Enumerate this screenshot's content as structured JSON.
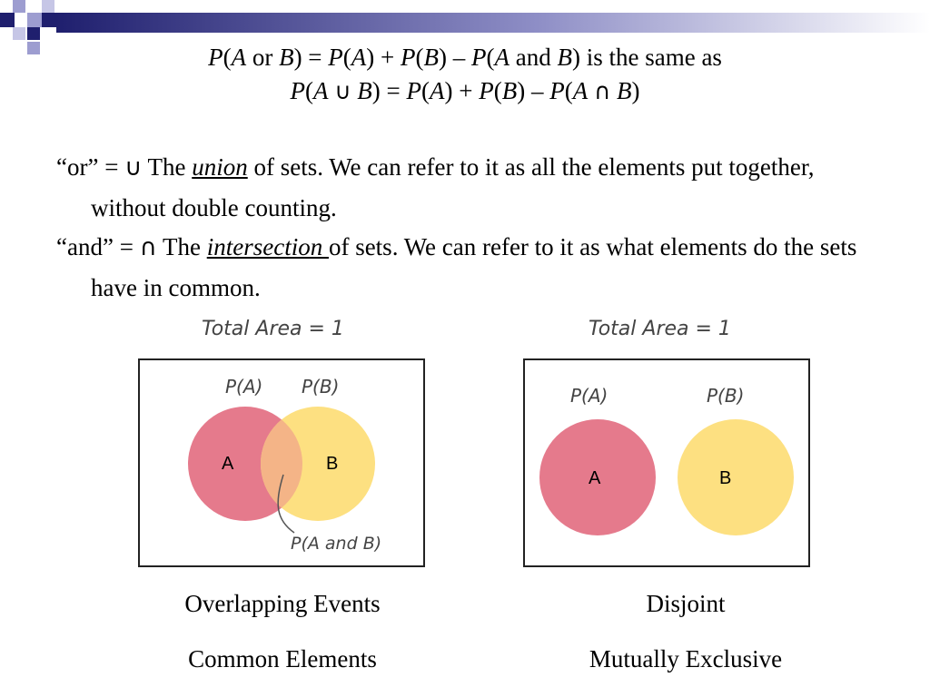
{
  "formula": {
    "line1": {
      "p1": "P",
      "a1": "A",
      "or": "or",
      "b1": "B",
      "eq": ") = ",
      "p2": "P",
      "a2": "A",
      "plus": ") + ",
      "p3": "P",
      "b2": "B",
      "minus": ") – ",
      "p4": "P",
      "a3": "A",
      "and": "and",
      "b3": "B",
      "tail": ") is the same as"
    },
    "line2": {
      "p1": "P",
      "a1": "A",
      "union": "∪",
      "b1": "B",
      "eq": ") = ",
      "p2": "P",
      "a2": "A",
      "plus": ") + ",
      "p3": "P",
      "b2": "B",
      "minus": ") – ",
      "p4": "P",
      "a3": "A",
      "inter": "∩",
      "b3": "B",
      "close": ")"
    }
  },
  "definitions": {
    "or": {
      "lead": "“or” = ",
      "symbol": "∪",
      "the": " The ",
      "term": "union",
      "rest": " of sets.  We can refer to it as all the elements put together, without double counting."
    },
    "and": {
      "lead": "“and” = ",
      "symbol": "∩",
      "the": " The ",
      "term": "intersection ",
      "rest": "of sets.  We can refer to it as what elements do the sets have in common."
    }
  },
  "diagrams": {
    "overlapping": {
      "total_area": "Total Area = 1",
      "label_pa": "P(A)",
      "label_pb": "P(B)",
      "circle_a": "A",
      "circle_b": "B",
      "intersection_label": "P(A and B)",
      "caption1": "Overlapping Events",
      "caption2": "Common Elements"
    },
    "disjoint": {
      "total_area": "Total Area = 1",
      "label_pa": "P(A)",
      "label_pb": "P(B)",
      "circle_a": "A",
      "circle_b": "B",
      "caption1": "Disjoint",
      "caption2": "Mutually Exclusive"
    }
  },
  "colors": {
    "circle_a": "#e57a8c",
    "circle_b": "#fde081",
    "overlap": "#f4b487",
    "deco_navy": "#1f1f6e",
    "deco_lavender": "#9d9dd0"
  }
}
